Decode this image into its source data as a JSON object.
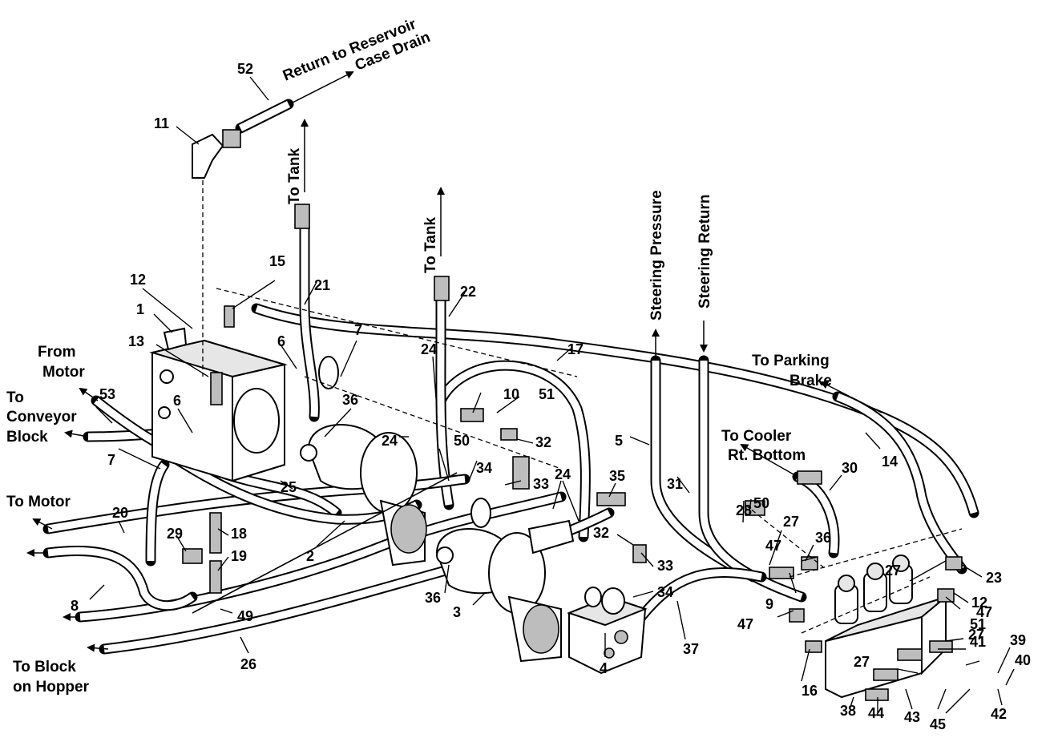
{
  "callouts": {
    "c1": "1",
    "c2": "2",
    "c3": "3",
    "c4": "4",
    "c5": "5",
    "c6a": "6",
    "c6b": "6",
    "c7a": "7",
    "c7b": "7",
    "c8": "8",
    "c9": "9",
    "c10": "10",
    "c11": "11",
    "c12a": "12",
    "c12b": "12",
    "c13": "13",
    "c14": "14",
    "c15": "15",
    "c16": "16",
    "c17": "17",
    "c18": "18",
    "c19": "19",
    "c20": "20",
    "c21": "21",
    "c22": "22",
    "c23": "23",
    "c24a": "24",
    "c24b": "24",
    "c24c": "24",
    "c25": "25",
    "c26": "26",
    "c27a": "27",
    "c27b": "27",
    "c27c": "27",
    "c27d": "27",
    "c28": "28",
    "c29": "29",
    "c30": "30",
    "c31": "31",
    "c32a": "32",
    "c32b": "32",
    "c33a": "33",
    "c33b": "33",
    "c34a": "34",
    "c34b": "34",
    "c35": "35",
    "c36a": "36",
    "c36b": "36",
    "c36c": "36",
    "c37": "37",
    "c38": "38",
    "c39": "39",
    "c40": "40",
    "c41": "41",
    "c42": "42",
    "c43": "43",
    "c44": "44",
    "c45": "45",
    "c47a": "47",
    "c47b": "47",
    "c47c": "47",
    "c49": "49",
    "c50a": "50",
    "c50b": "50",
    "c51a": "51",
    "c51b": "51",
    "c52": "52",
    "c53": "53"
  },
  "captions": {
    "return_reservoir": "Return to Reservoir",
    "case_drain": "Case Drain",
    "to_tank_left": "To Tank",
    "to_tank_right": "To Tank",
    "steering_pressure": "Steering Pressure",
    "steering_return": "Steering Return",
    "to_parking_brake_1": "To Parking",
    "to_parking_brake_2": "Brake",
    "to_cooler_1": "To Cooler",
    "to_cooler_2": "Rt. Bottom",
    "from_motor_1": "From",
    "from_motor_2": "Motor",
    "to_conveyor_1": "To",
    "to_conveyor_2": "Conveyor",
    "to_conveyor_3": "Block",
    "to_motor": "To Motor",
    "to_block_1": "To Block",
    "to_block_2": "on Hopper"
  }
}
